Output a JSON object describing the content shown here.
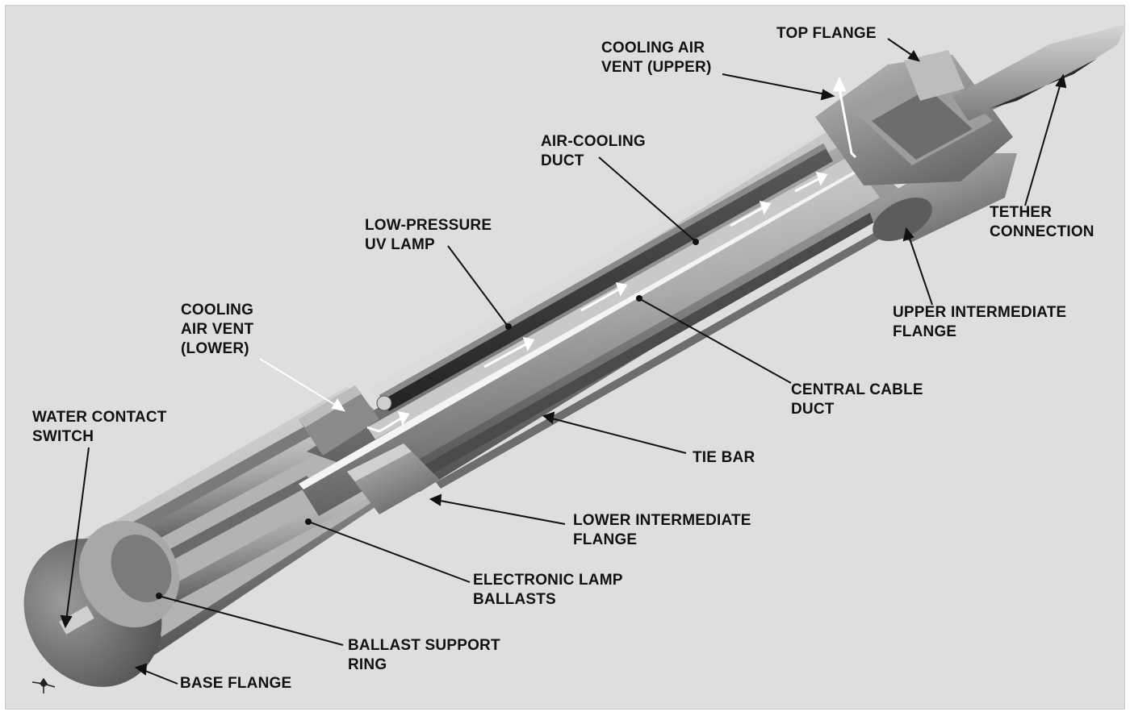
{
  "colors": {
    "background": "#dedede",
    "label_text": "#111111",
    "leader_line": "#111111",
    "airflow_arrow": "#ffffff",
    "metal_light": "#c8c8c8",
    "metal_mid": "#8d8d8d",
    "metal_dark": "#3a3a3a"
  },
  "labels": {
    "top_flange": [
      "TOP FLANGE"
    ],
    "cooling_air_vent_upper": [
      "COOLING AIR",
      "VENT (UPPER)"
    ],
    "air_cooling_duct": [
      "AIR-COOLING",
      "DUCT"
    ],
    "tether_connection": [
      "TETHER",
      "CONNECTION"
    ],
    "low_pressure_uv_lamp": [
      "LOW-PRESSURE",
      "UV LAMP"
    ],
    "upper_intermediate_flange": [
      "UPPER INTERMEDIATE",
      "FLANGE"
    ],
    "cooling_air_vent_lower": [
      "COOLING",
      "AIR VENT",
      "(LOWER)"
    ],
    "central_cable_duct": [
      "CENTRAL CABLE",
      "DUCT"
    ],
    "water_contact_switch": [
      "WATER CONTACT",
      "SWITCH"
    ],
    "tie_bar": [
      "TIE BAR"
    ],
    "lower_intermediate_flange": [
      "LOWER INTERMEDIATE",
      "FLANGE"
    ],
    "electronic_lamp_ballasts": [
      "ELECTRONIC LAMP",
      "BALLASTS"
    ],
    "ballast_support_ring": [
      "BALLAST SUPPORT",
      "RING"
    ],
    "base_flange": [
      "BASE FLANGE"
    ]
  },
  "axis_triad_icon": "xyz-axis-triad-icon"
}
